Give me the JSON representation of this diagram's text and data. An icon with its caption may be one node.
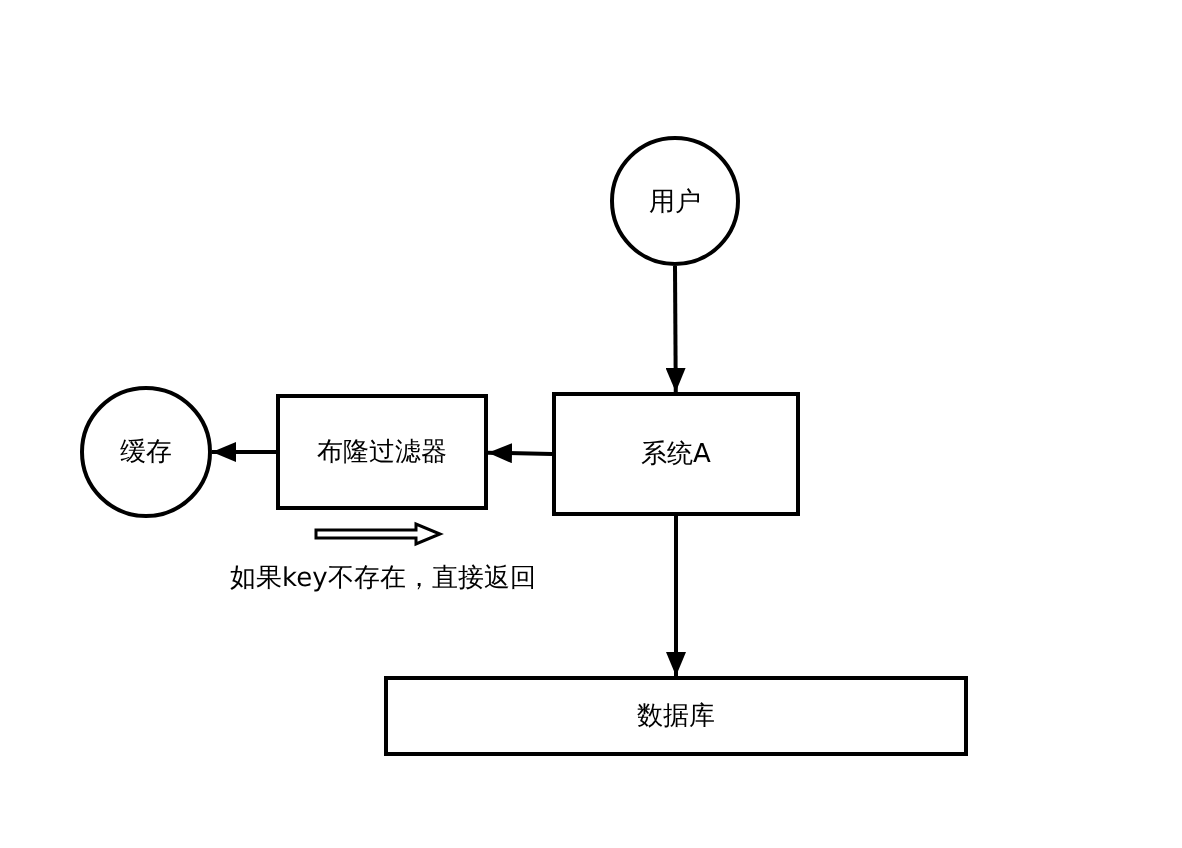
{
  "diagram": {
    "nodes": [
      {
        "text": [
          "用户"
        ]
      },
      {
        "text": [
          "系统A"
        ]
      },
      {
        "text": [
          "布隆过滤器"
        ]
      },
      {
        "text": [
          "缓存"
        ]
      },
      {
        "text": [
          "数据库"
        ]
      }
    ],
    "edges": [
      {
        "from": 0,
        "to": 1,
        "arrow": "to"
      },
      {
        "from": 1,
        "to": 2,
        "arrow": "to"
      },
      {
        "from": 2,
        "to": 3,
        "arrow": "to"
      },
      {
        "from": 1,
        "to": 4,
        "arrow": "to"
      }
    ],
    "labels": [
      "如果key不存在，直接返回"
    ]
  }
}
